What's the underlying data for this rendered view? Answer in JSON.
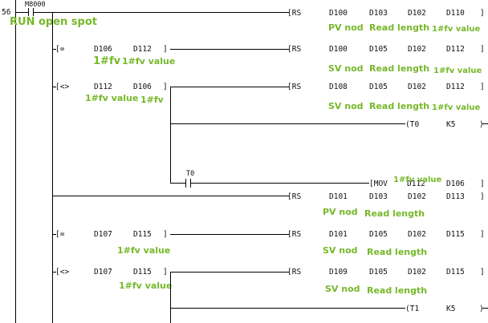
{
  "step_number": "56",
  "contact_m8000": "M8000",
  "rung_comment_run": "RUN open spot",
  "rung1": {
    "instr": "[RS",
    "op1": "D100",
    "op2": "D103",
    "op3": "D102",
    "op4": "D110",
    "c1": "PV nod",
    "c2": "Read length",
    "c3": "1#fv value"
  },
  "rung2": {
    "cmp": "[=",
    "a": "D106",
    "b": "D112",
    "ca": "1#fv",
    "cb": "1#fv value",
    "instr": "[RS",
    "op1": "D100",
    "op2": "D105",
    "op3": "D102",
    "op4": "D112",
    "c1": "SV nod",
    "c2": "Read length",
    "c3": "1#fv value"
  },
  "rung3": {
    "cmp": "[<>",
    "a": "D112",
    "b": "D106",
    "ca": "1#fv value",
    "cb": "1#fv",
    "instr": "[RS",
    "op1": "D108",
    "op2": "D105",
    "op3": "D102",
    "op4": "D112",
    "c1": "SV nod",
    "c2": "Read length",
    "c3": "1#fv value"
  },
  "timer0": {
    "instr": "(T0",
    "k": "K5",
    "contact": "T0"
  },
  "mov": {
    "instr": "[MOV",
    "src": "D112",
    "dst": "D106",
    "c": "1#fv value"
  },
  "rung4": {
    "instr": "[RS",
    "op1": "D101",
    "op2": "D103",
    "op3": "D102",
    "op4": "D113",
    "c1": "PV nod",
    "c2": "Read length"
  },
  "rung5": {
    "cmp": "[=",
    "a": "D107",
    "b": "D115",
    "ca": "1#fv value",
    "instr": "[RS",
    "op1": "D101",
    "op2": "D105",
    "op3": "D102",
    "op4": "D115",
    "c1": "SV nod",
    "c2": "Read length"
  },
  "rung6": {
    "cmp": "[<>",
    "a": "D107",
    "b": "D115",
    "ca": "1#fv value",
    "instr": "[RS",
    "op1": "D109",
    "op2": "D105",
    "op3": "D102",
    "op4": "D115",
    "c1": "SV nod",
    "c2": "Read length"
  },
  "timer1": {
    "instr": "(T1",
    "k": "K5"
  },
  "bracket_close": "]",
  "paren_close": ")"
}
